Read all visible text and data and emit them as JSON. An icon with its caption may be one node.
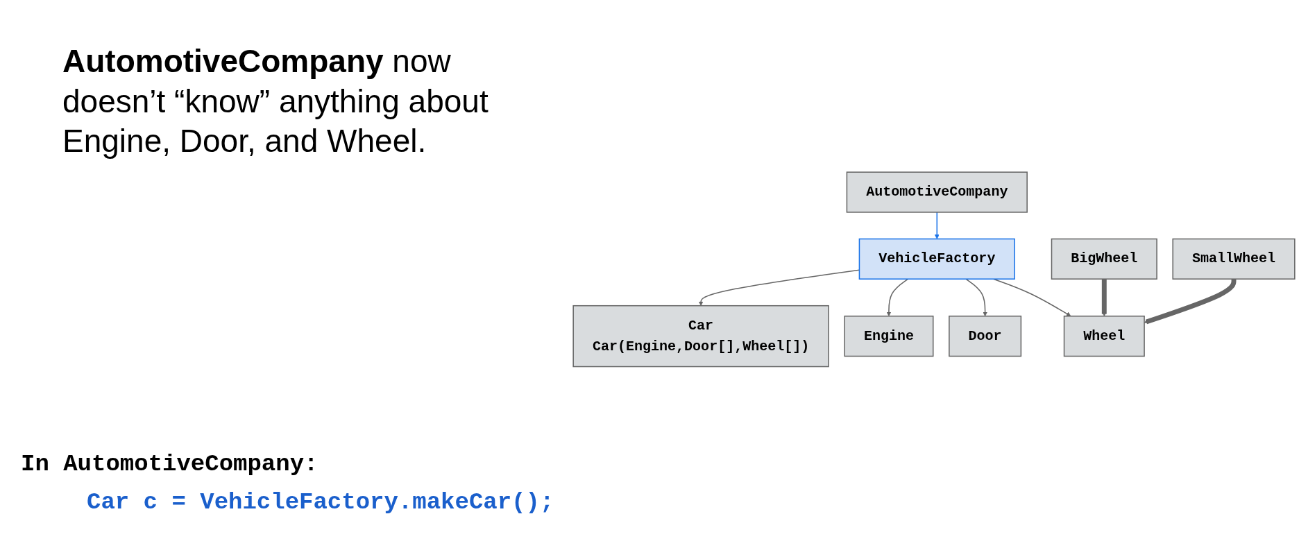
{
  "diagram": {
    "nodes": [
      {
        "text": [
          "AutomotiveCompany"
        ]
      },
      {
        "text": [
          "VehicleFactory"
        ]
      },
      {
        "text": [
          "Car",
          "Car(Engine,Door[],Wheel[])"
        ]
      },
      {
        "text": [
          "Engine"
        ]
      },
      {
        "text": [
          "Door"
        ]
      },
      {
        "text": [
          "Wheel"
        ]
      },
      {
        "text": [
          "BigWheel"
        ]
      },
      {
        "text": [
          "SmallWheel"
        ]
      }
    ],
    "edges": [
      {
        "from": 0,
        "to": 1,
        "arrow": "to",
        "color": "#1a73e8"
      },
      {
        "from": 1,
        "to": 2,
        "arrow": "to"
      },
      {
        "from": 1,
        "to": 3,
        "arrow": "to"
      },
      {
        "from": 1,
        "to": 4,
        "arrow": "to"
      },
      {
        "from": 1,
        "to": 5,
        "arrow": "to"
      },
      {
        "from": 6,
        "to": 5,
        "arrow": "to",
        "style": "thick"
      },
      {
        "from": 7,
        "to": 5,
        "arrow": "to",
        "style": "thick"
      }
    ],
    "labels": [
      "**AutomotiveCompany** now doesn’t “know” anything about Engine, Door, and Wheel.",
      "In AutomotiveCompany:",
      "Car c = VehicleFactory.makeCar();"
    ]
  }
}
